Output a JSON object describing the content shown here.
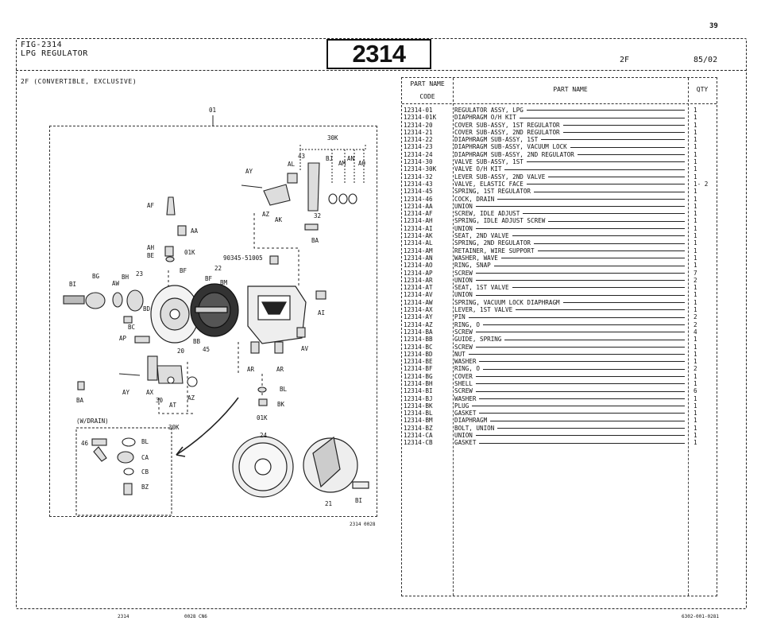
{
  "page_number": "39",
  "figure": {
    "number": "FIG-2314",
    "title": "LPG REGULATOR",
    "big_code": "2314"
  },
  "model": "2F",
  "date": "85/02",
  "variant": "2F (CONVERTIBLE, EXCLUSIVE)",
  "drawing_number": "2314 0028",
  "footer": {
    "left": "2314",
    "middle": "0028   CN6",
    "right": "6302-001-0281"
  },
  "diagram_labels": {
    "01": "01",
    "30K": "30K",
    "43": "43",
    "AL": "AL",
    "BJ": "BJ",
    "AM": "AM",
    "AN": "AN",
    "AO": "AO",
    "AY_top": "AY",
    "AZ": "AZ",
    "AK": "AK",
    "32": "32",
    "BA_top": "BA",
    "AF": "AF",
    "AA": "AA",
    "AH": "AH",
    "BE": "BE",
    "01K": "01K",
    "BF1": "BF",
    "BF2": "BF",
    "BM": "BM",
    "22": "22",
    "part_90345": "90345-51005",
    "BH": "BH",
    "23": "23",
    "AW": "AW",
    "BG": "BG",
    "BI": "BI",
    "BD": "BD",
    "BC": "BC",
    "AP": "AP",
    "20": "20",
    "BB": "BB",
    "45": "45",
    "AI": "AI",
    "AR1": "AR",
    "AR2": "AR",
    "AV": "AV",
    "BL": "BL",
    "BK": "BK",
    "BA_bot": "BA",
    "AY_bot": "AY",
    "AX": "AX",
    "AT": "AT",
    "AZ_bot": "AZ",
    "30": "30",
    "30K_bot": "30K",
    "W_DRAIN": "(W/DRAIN)",
    "46": "46",
    "BL2": "BL",
    "CA": "CA",
    "CB": "CB",
    "BZ": "BZ",
    "01K_bot": "01K",
    "24": "24",
    "21": "21",
    "BI_bot": "BI"
  },
  "table": {
    "header": {
      "code_line1": "PART NAME",
      "code_line2": "CODE",
      "name": "PART NAME",
      "qty": "QTY"
    },
    "rows": [
      {
        "code": "12314-01",
        "name": "REGULATOR ASSY, LPG",
        "qty": "1"
      },
      {
        "code": "12314-01K",
        "name": "DIAPHRAGM O/H KIT",
        "qty": "1"
      },
      {
        "code": "12314-20",
        "name": "COVER SUB-ASSY, 1ST REGULATOR",
        "qty": "1"
      },
      {
        "code": "12314-21",
        "name": "COVER SUB-ASSY, 2ND REGULATOR",
        "qty": "1"
      },
      {
        "code": "12314-22",
        "name": "DIAPHRAGM SUB-ASSY, 1ST",
        "qty": "1"
      },
      {
        "code": "12314-23",
        "name": "DIAPHRAGM SUB-ASSY, VACUUM LOCK",
        "qty": "1"
      },
      {
        "code": "12314-24",
        "name": "DIAPHRAGM SUB-ASSY, 2ND REGULATOR",
        "qty": "1"
      },
      {
        "code": "12314-30",
        "name": "VALVE SUB-ASSY, 1ST",
        "qty": "1"
      },
      {
        "code": "12314-30K",
        "name": "VALVE O/H KIT",
        "qty": "1"
      },
      {
        "code": "12314-32",
        "name": "LEVER SUB-ASSY, 2ND VALVE",
        "qty": "1"
      },
      {
        "code": "12314-43",
        "name": "VALVE, ELASTIC FACE",
        "qty": "1- 2"
      },
      {
        "code": "12314-45",
        "name": "SPRING, 1ST REGULATOR",
        "qty": "1"
      },
      {
        "code": "12314-46",
        "name": "COCK, DRAIN",
        "qty": "1"
      },
      {
        "code": "12314-AA",
        "name": "UNION",
        "qty": "1"
      },
      {
        "code": "12314-AF",
        "name": "SCREW, IDLE ADJUST",
        "qty": "1"
      },
      {
        "code": "12314-AH",
        "name": "SPRING, IDLE ADJUST SCREW",
        "qty": "1"
      },
      {
        "code": "12314-AI",
        "name": "UNION",
        "qty": "1"
      },
      {
        "code": "12314-AK",
        "name": "SEAT, 2ND VALVE",
        "qty": "1"
      },
      {
        "code": "12314-AL",
        "name": "SPRING, 2ND REGULATOR",
        "qty": "1"
      },
      {
        "code": "12314-AM",
        "name": "RETAINER, WIRE SUPPORT",
        "qty": "1"
      },
      {
        "code": "12314-AN",
        "name": "WASHER, WAVE",
        "qty": "1"
      },
      {
        "code": "12314-AO",
        "name": "RING, SNAP",
        "qty": "1"
      },
      {
        "code": "12314-AP",
        "name": "SCREW",
        "qty": "7"
      },
      {
        "code": "12314-AR",
        "name": "UNION",
        "qty": "2"
      },
      {
        "code": "12314-AT",
        "name": "SEAT, 1ST VALVE",
        "qty": "1"
      },
      {
        "code": "12314-AV",
        "name": "UNION",
        "qty": "1"
      },
      {
        "code": "12314-AW",
        "name": "SPRING, VACUUM LOCK DIAPHRAGM",
        "qty": "1"
      },
      {
        "code": "12314-AX",
        "name": "LEVER, 1ST VALVE",
        "qty": "1"
      },
      {
        "code": "12314-AY",
        "name": "PIN",
        "qty": "2"
      },
      {
        "code": "12314-AZ",
        "name": "RING, O",
        "qty": "2"
      },
      {
        "code": "12314-BA",
        "name": "SCREW",
        "qty": "4"
      },
      {
        "code": "12314-BB",
        "name": "GUIDE, SPRING",
        "qty": "1"
      },
      {
        "code": "12314-BC",
        "name": "SCREW",
        "qty": "1"
      },
      {
        "code": "12314-BD",
        "name": "NUT",
        "qty": "1"
      },
      {
        "code": "12314-BE",
        "name": "WASHER",
        "qty": "1"
      },
      {
        "code": "12314-BF",
        "name": "RING, O",
        "qty": "2"
      },
      {
        "code": "12314-BG",
        "name": "COVER",
        "qty": "1"
      },
      {
        "code": "12314-BH",
        "name": "SHELL",
        "qty": "1"
      },
      {
        "code": "12314-BI",
        "name": "SCREW",
        "qty": "6"
      },
      {
        "code": "12314-BJ",
        "name": "WASHER",
        "qty": "1"
      },
      {
        "code": "12314-BK",
        "name": "PLUG",
        "qty": "1"
      },
      {
        "code": "12314-BL",
        "name": "GASKET",
        "qty": "1"
      },
      {
        "code": "12314-BM",
        "name": "DIAPHRAGM",
        "qty": "1"
      },
      {
        "code": "12314-BZ",
        "name": "BOLT, UNION",
        "qty": "1"
      },
      {
        "code": "12314-CA",
        "name": "UNION",
        "qty": "1"
      },
      {
        "code": "12314-CB",
        "name": "GASKET",
        "qty": "1"
      }
    ]
  }
}
